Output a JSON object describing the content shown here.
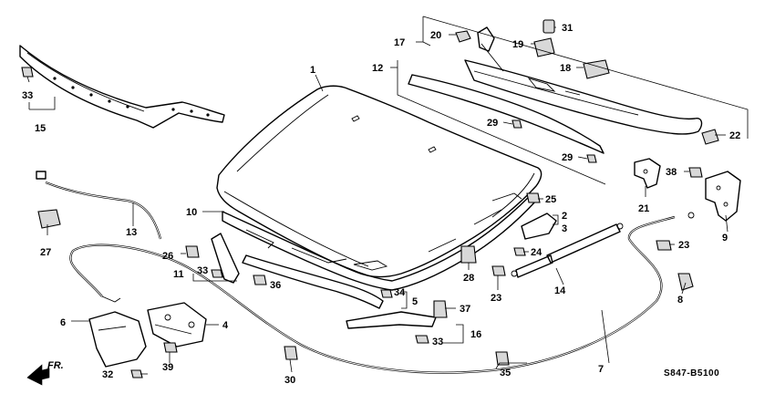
{
  "diagram_code": "S847-B5100",
  "direction_label": "FR.",
  "callouts": [
    {
      "id": "c1",
      "text": "1"
    },
    {
      "id": "c2",
      "text": "2"
    },
    {
      "id": "c3",
      "text": "3"
    },
    {
      "id": "c4",
      "text": "4"
    },
    {
      "id": "c5",
      "text": "5"
    },
    {
      "id": "c6",
      "text": "6"
    },
    {
      "id": "c7",
      "text": "7"
    },
    {
      "id": "c8",
      "text": "8"
    },
    {
      "id": "c9",
      "text": "9"
    },
    {
      "id": "c10",
      "text": "10"
    },
    {
      "id": "c11",
      "text": "11"
    },
    {
      "id": "c12",
      "text": "12"
    },
    {
      "id": "c13",
      "text": "13"
    },
    {
      "id": "c14",
      "text": "14"
    },
    {
      "id": "c15",
      "text": "15"
    },
    {
      "id": "c16",
      "text": "16"
    },
    {
      "id": "c17",
      "text": "17"
    },
    {
      "id": "c18",
      "text": "18"
    },
    {
      "id": "c19",
      "text": "19"
    },
    {
      "id": "c20",
      "text": "20"
    },
    {
      "id": "c21",
      "text": "21"
    },
    {
      "id": "c22",
      "text": "22"
    },
    {
      "id": "c23a",
      "text": "23"
    },
    {
      "id": "c23b",
      "text": "23"
    },
    {
      "id": "c24",
      "text": "24"
    },
    {
      "id": "c25",
      "text": "25"
    },
    {
      "id": "c26",
      "text": "26"
    },
    {
      "id": "c27",
      "text": "27"
    },
    {
      "id": "c28",
      "text": "28"
    },
    {
      "id": "c29a",
      "text": "29"
    },
    {
      "id": "c29b",
      "text": "29"
    },
    {
      "id": "c30",
      "text": "30"
    },
    {
      "id": "c31",
      "text": "31"
    },
    {
      "id": "c32",
      "text": "32"
    },
    {
      "id": "c33a",
      "text": "33"
    },
    {
      "id": "c33b",
      "text": "33"
    },
    {
      "id": "c33c",
      "text": "33"
    },
    {
      "id": "c34",
      "text": "34"
    },
    {
      "id": "c35",
      "text": "35"
    },
    {
      "id": "c36",
      "text": "36"
    },
    {
      "id": "c37",
      "text": "37"
    },
    {
      "id": "c38",
      "text": "38"
    },
    {
      "id": "c39",
      "text": "39"
    }
  ]
}
